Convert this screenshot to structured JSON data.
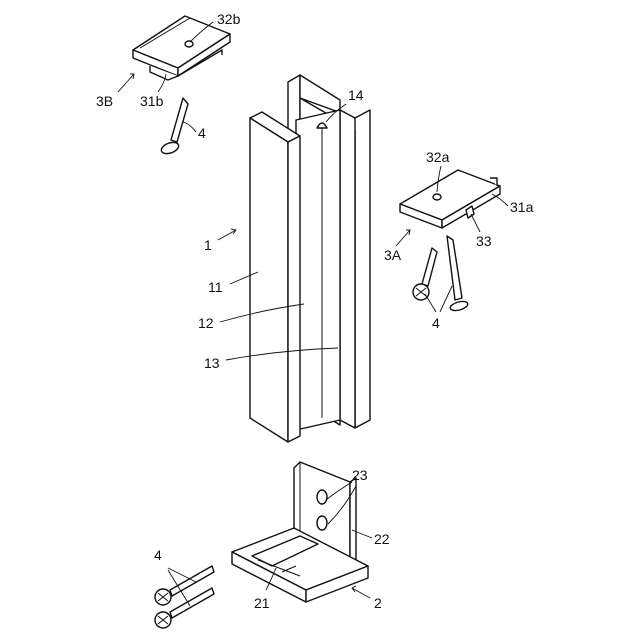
{
  "labels": {
    "l32b": "32b",
    "l3B": "3B",
    "l31b": "31b",
    "l4a": "4",
    "l14": "14",
    "l32a": "32a",
    "l31a": "31a",
    "l33": "33",
    "l3A": "3A",
    "l4b": "4",
    "l1": "1",
    "l11": "11",
    "l12": "12",
    "l13": "13",
    "l23": "23",
    "l22": "22",
    "l4c": "4",
    "l21": "21",
    "l2": "2"
  }
}
